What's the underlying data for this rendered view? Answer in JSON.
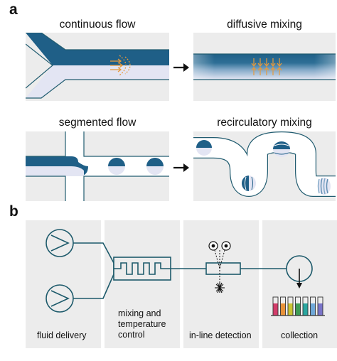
{
  "panel_a": {
    "letter": "a",
    "titles": {
      "continuous_flow": "continuous flow",
      "diffusive_mixing": "diffusive mixing",
      "segmented_flow": "segmented flow",
      "recirculatory_mixing": "recirculatory mixing"
    }
  },
  "panel_b": {
    "letter": "b",
    "stages": {
      "fluid_delivery": "fluid delivery",
      "mixing_line1": "mixing and",
      "mixing_line2": "temperature",
      "mixing_line3": "control",
      "inline_detection": "in-line detection",
      "collection": "collection"
    },
    "vial_colors": [
      "#d23c6a",
      "#e8923a",
      "#c9c431",
      "#3e9b56",
      "#2aa6a0",
      "#6fa8d8",
      "#7a74c9"
    ]
  },
  "colors": {
    "channel_dark": "#1f5f87",
    "channel_light": "#e3e5f3",
    "outline": "#215c70",
    "arrow_orange": "#e79a3c",
    "panel_bg": "#ececec"
  }
}
